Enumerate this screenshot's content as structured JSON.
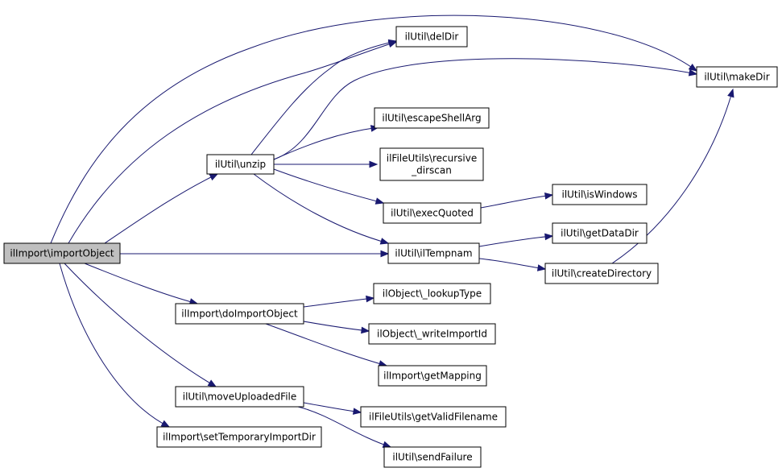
{
  "nodes": {
    "importObject": {
      "lines": [
        "ilImport\\importObject"
      ],
      "root": true
    },
    "unzip": {
      "lines": [
        "ilUtil\\unzip"
      ]
    },
    "delDir": {
      "lines": [
        "ilUtil\\delDir"
      ]
    },
    "makeDir": {
      "lines": [
        "ilUtil\\makeDir"
      ]
    },
    "escapeShellArg": {
      "lines": [
        "ilUtil\\escapeShellArg"
      ]
    },
    "recursiveDirscan": {
      "lines": [
        "ilFileUtils\\recursive",
        "_dirscan"
      ]
    },
    "execQuoted": {
      "lines": [
        "ilUtil\\execQuoted"
      ]
    },
    "isWindows": {
      "lines": [
        "ilUtil\\isWindows"
      ]
    },
    "getDataDir": {
      "lines": [
        "ilUtil\\getDataDir"
      ]
    },
    "ilTempnam": {
      "lines": [
        "ilUtil\\ilTempnam"
      ]
    },
    "createDirectory": {
      "lines": [
        "ilUtil\\createDirectory"
      ]
    },
    "doImportObject": {
      "lines": [
        "ilImport\\doImportObject"
      ]
    },
    "lookupType": {
      "lines": [
        "ilObject\\_lookupType"
      ]
    },
    "writeImportId": {
      "lines": [
        "ilObject\\_writeImportId"
      ]
    },
    "getMapping": {
      "lines": [
        "ilImport\\getMapping"
      ]
    },
    "moveUploadedFile": {
      "lines": [
        "ilUtil\\moveUploadedFile"
      ]
    },
    "getValidFilename": {
      "lines": [
        "ilFileUtils\\getValidFilename"
      ]
    },
    "setTemporaryImportDir": {
      "lines": [
        "ilImport\\setTemporaryImportDir"
      ]
    },
    "sendFailure": {
      "lines": [
        "ilUtil\\sendFailure"
      ]
    }
  },
  "edges": [
    {
      "from": "importObject",
      "to": "makeDir"
    },
    {
      "from": "importObject",
      "to": "delDir"
    },
    {
      "from": "importObject",
      "to": "unzip"
    },
    {
      "from": "importObject",
      "to": "ilTempnam"
    },
    {
      "from": "importObject",
      "to": "doImportObject"
    },
    {
      "from": "importObject",
      "to": "moveUploadedFile"
    },
    {
      "from": "importObject",
      "to": "setTemporaryImportDir"
    },
    {
      "from": "unzip",
      "to": "delDir"
    },
    {
      "from": "unzip",
      "to": "makeDir"
    },
    {
      "from": "unzip",
      "to": "escapeShellArg"
    },
    {
      "from": "unzip",
      "to": "recursiveDirscan"
    },
    {
      "from": "unzip",
      "to": "execQuoted"
    },
    {
      "from": "unzip",
      "to": "ilTempnam"
    },
    {
      "from": "execQuoted",
      "to": "isWindows"
    },
    {
      "from": "ilTempnam",
      "to": "getDataDir"
    },
    {
      "from": "ilTempnam",
      "to": "createDirectory"
    },
    {
      "from": "createDirectory",
      "to": "makeDir"
    },
    {
      "from": "doImportObject",
      "to": "lookupType"
    },
    {
      "from": "doImportObject",
      "to": "writeImportId"
    },
    {
      "from": "doImportObject",
      "to": "getMapping"
    },
    {
      "from": "moveUploadedFile",
      "to": "getValidFilename"
    },
    {
      "from": "moveUploadedFile",
      "to": "sendFailure"
    }
  ],
  "colors": {
    "edge": "#191970",
    "root_fill": "#bfbfbf",
    "node_fill": "#ffffff",
    "node_stroke": "#000000"
  }
}
